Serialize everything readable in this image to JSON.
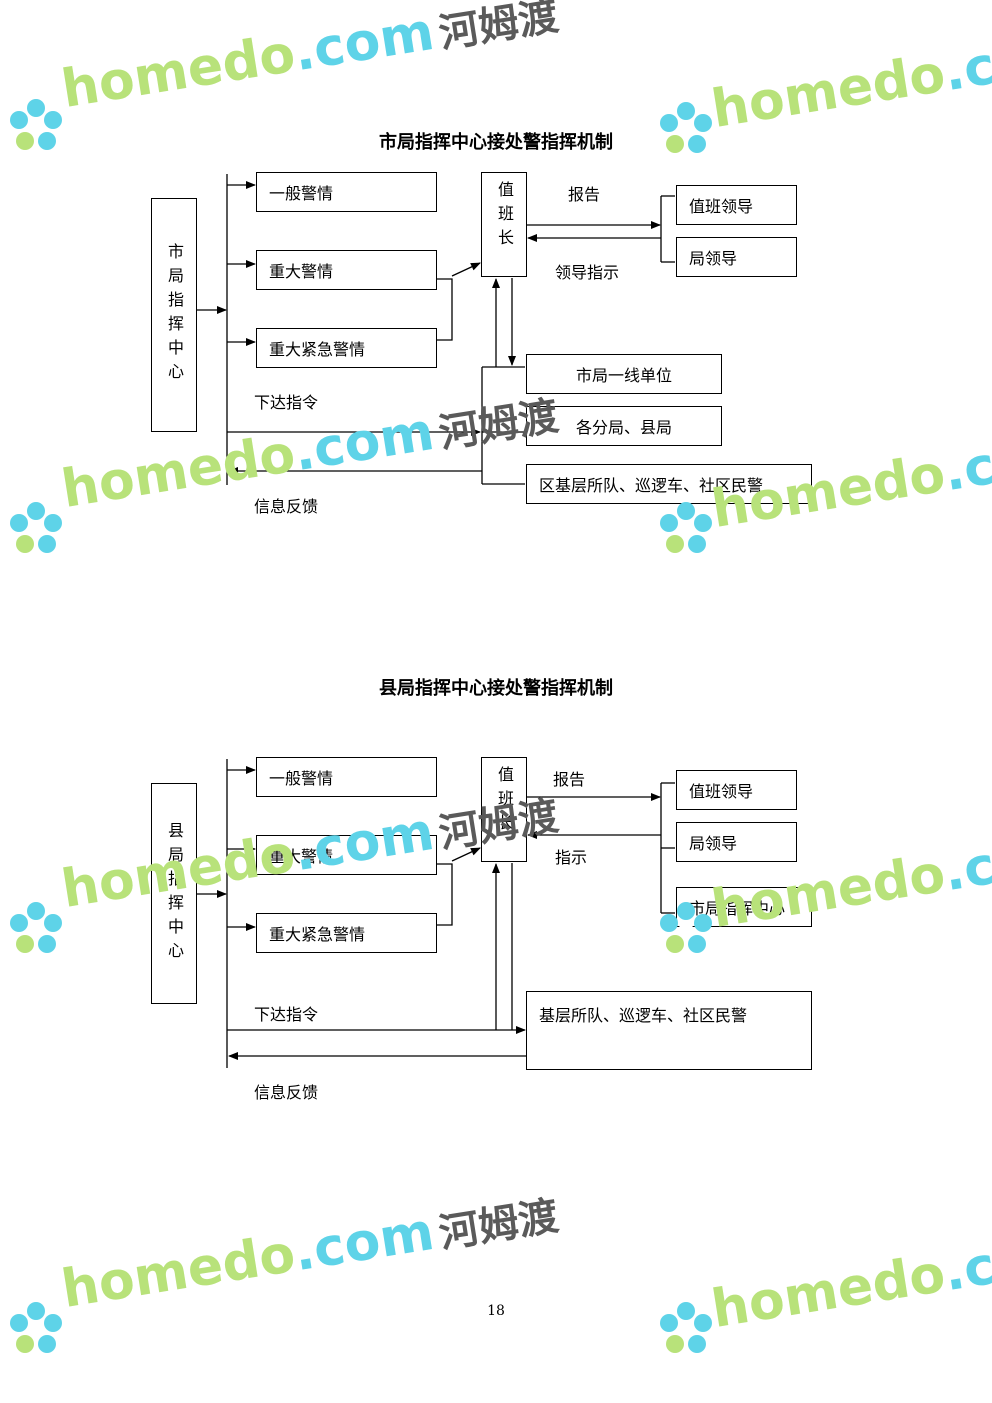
{
  "diagram1": {
    "title": "市局指挥中心接处警指挥机制",
    "source": "市局指挥中心",
    "cases": [
      "一般警情",
      "重大警情",
      "重大紧急警情"
    ],
    "duty_chief": "值班长",
    "report_label": "报告",
    "instruction_label": "领导指示",
    "leaders": [
      "值班领导",
      "局领导"
    ],
    "units": [
      "市局一线单位",
      "各分局、县局",
      "区基层所队、巡逻车、社区民警"
    ],
    "command_label": "下达指令",
    "feedback_label": "信息反馈"
  },
  "diagram2": {
    "title": "县局指挥中心接处警指挥机制",
    "source": "县局指挥中心",
    "cases": [
      "一般警情",
      "重大警情",
      "重大紧急警情"
    ],
    "duty_chief": "值班长",
    "report_label": "报告",
    "instruction_label": "指示",
    "leaders": [
      "值班领导",
      "局领导",
      "市局指挥中心"
    ],
    "units": [
      "基层所队、巡逻车、社区民警"
    ],
    "command_label": "下达指令",
    "feedback_label": "信息反馈"
  },
  "page_number": "18",
  "watermark": {
    "latin": "homedo",
    "domain": ".com",
    "chinese": "河姆渡",
    "colors": {
      "latin": "#b8e27a",
      "domain": "#5ed3e8",
      "chinese": "#5a5a5a"
    }
  }
}
